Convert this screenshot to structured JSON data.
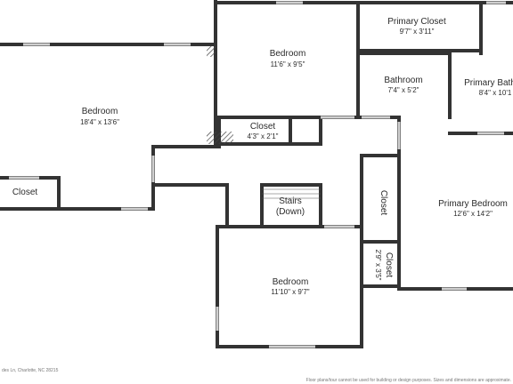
{
  "rooms": {
    "bedroom_left": {
      "name": "Bedroom",
      "dims": "18'4\" x 13'6\""
    },
    "closet_left": {
      "name": "Closet"
    },
    "bedroom_top": {
      "name": "Bedroom",
      "dims": "11'6\" x 9'5\""
    },
    "closet_small": {
      "name": "Closet",
      "dims": "4'3\" x 2'1\""
    },
    "primary_closet": {
      "name": "Primary Closet",
      "dims": "9'7\" x 3'11\""
    },
    "bathroom": {
      "name": "Bathroom",
      "dims": "7'4\" x 5'2\""
    },
    "primary_bath": {
      "name": "Primary Bath",
      "dims": "8'4\" x 10'1"
    },
    "stairs": {
      "name_line1": "Stairs",
      "name_line2": "(Down)"
    },
    "closet_vertical": {
      "name": "Closet"
    },
    "closet_vertical_small": {
      "name": "Closet",
      "dims": "2'9\" x 3'5\""
    },
    "primary_bedroom": {
      "name": "Primary Bedroom",
      "dims": "12'6\" x 14'2\""
    },
    "bedroom_bottom": {
      "name": "Bedroom",
      "dims": "11'10\" x 9'7\""
    }
  },
  "footer": {
    "address": "des Ln, Charlotte, NC 28215",
    "disclaimer": "Floor plans/tour cannot be used for building or design purposes. Sizes and dimensions are approximate."
  },
  "colors": {
    "wall": "#333333",
    "window": "#d8d8d8",
    "hatch": "#444444",
    "text": "#2b2b2b"
  }
}
